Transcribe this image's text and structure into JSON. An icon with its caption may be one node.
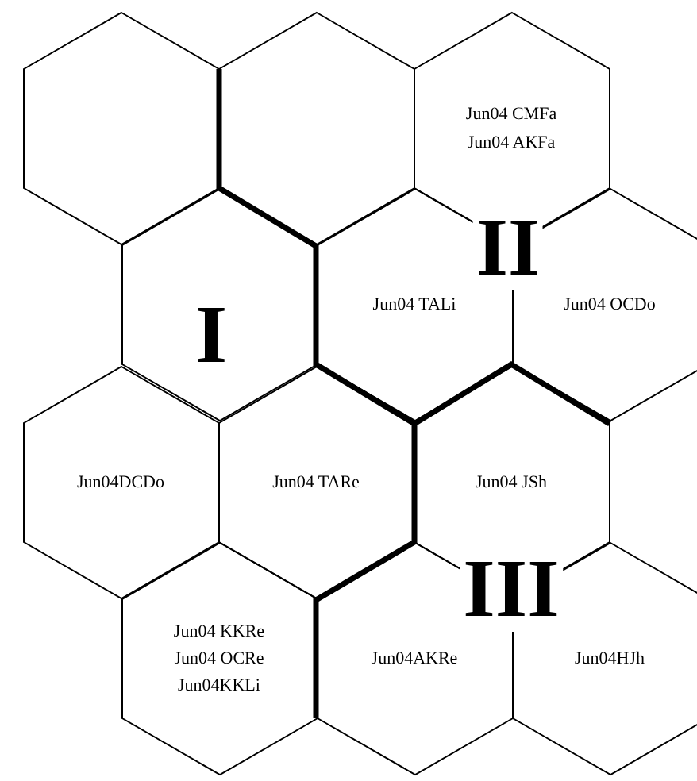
{
  "diagram": {
    "nodes": [
      {
        "text": [],
        "shape": "hexagon"
      },
      {
        "text": [],
        "shape": "hexagon"
      },
      {
        "text": [
          "Jun04 CMFa",
          "Jun04 AKFa"
        ]
      },
      {
        "text": [],
        "shape": "hexagon"
      },
      {
        "text": [
          "Jun04 TALi"
        ]
      },
      {
        "text": [
          "Jun04 OCDo"
        ]
      },
      {
        "text": [
          "Jun04DCDo"
        ]
      },
      {
        "text": [
          "Jun04 TARe"
        ]
      },
      {
        "text": [
          "Jun04 JSh"
        ]
      },
      {
        "text": [
          "Jun04 KKRe",
          "Jun04 OCRe",
          "Jun04KKLi"
        ]
      },
      {
        "text": [
          "Jun04AKRe"
        ]
      },
      {
        "text": [
          "Jun04HJh"
        ]
      }
    ],
    "labels": [
      "I",
      "II",
      "III"
    ]
  }
}
